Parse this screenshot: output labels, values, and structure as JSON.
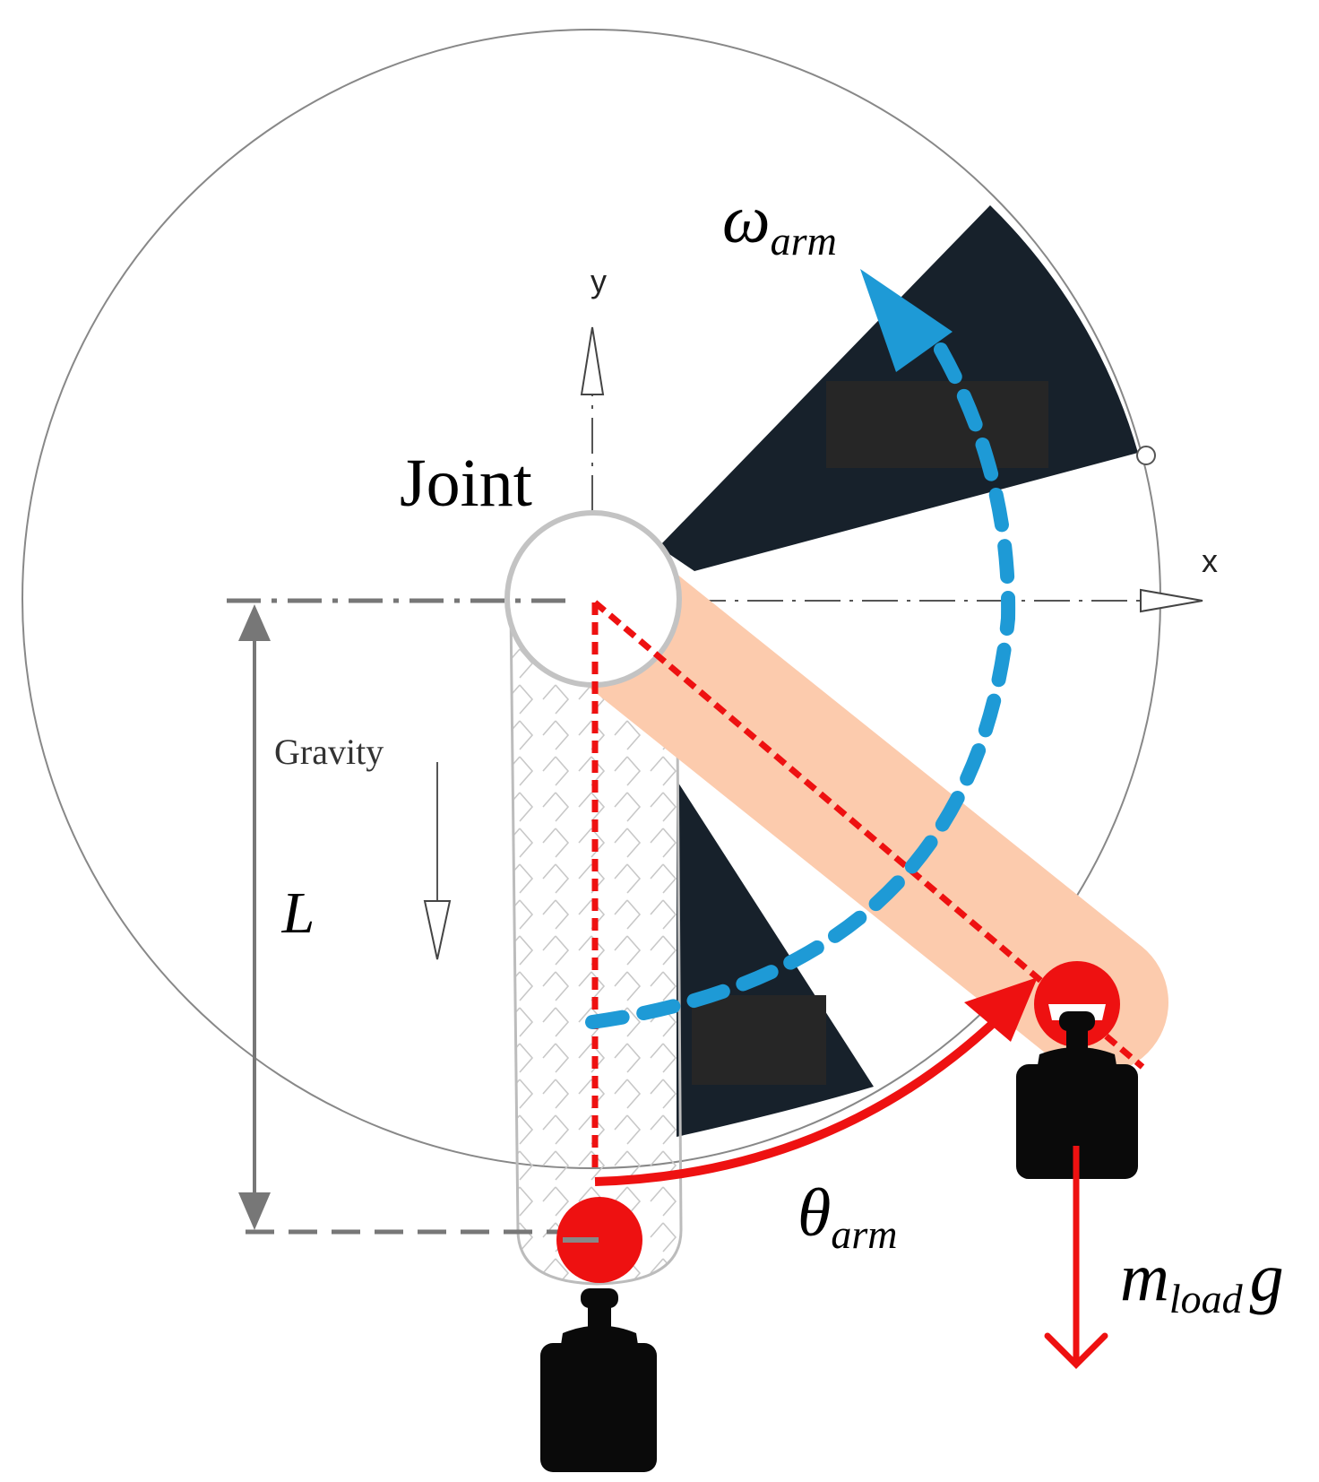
{
  "labels": {
    "joint": "Joint",
    "gravity": "Gravity",
    "axis_x": "x",
    "axis_y": "y",
    "length": "L",
    "omega": "ω",
    "omega_sub": "arm",
    "theta": "θ",
    "theta_sub": "arm",
    "force_m": "m",
    "force_sub": "load",
    "force_g": "g"
  },
  "colors": {
    "dark_sector": "#17212b",
    "arm_fill": "#fccbad",
    "red": "#ee1111",
    "blue": "#1e9ad6",
    "gray_dim": "#7a7a7a",
    "weight": "#0a0a0a"
  }
}
